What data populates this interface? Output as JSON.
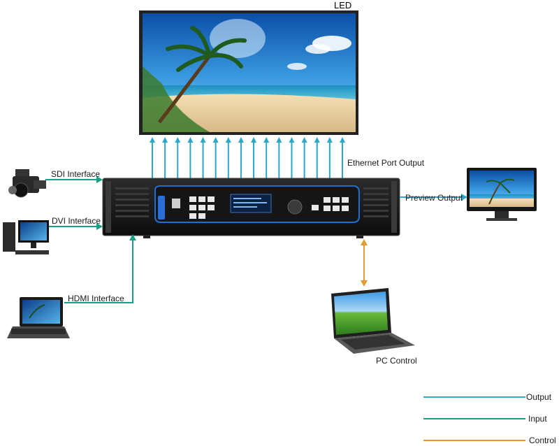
{
  "led": {
    "label": "LED"
  },
  "labels": {
    "sdi": "SDI Interface",
    "dvi": "DVI Interface",
    "hdmi": "HDMI Interface",
    "ethernet": "Ethernet Port Output",
    "preview": "Preview Output",
    "pc": "PC Control"
  },
  "legend": [
    {
      "name": "Output",
      "color": "#2aa7c9"
    },
    {
      "name": "Input",
      "color": "#16a085"
    },
    {
      "name": "Control",
      "color": "#e49a2c"
    }
  ],
  "colors": {
    "output": "#2aa7c9",
    "input": "#16a085",
    "control": "#e49a2c"
  },
  "output_arrow_count": 16
}
